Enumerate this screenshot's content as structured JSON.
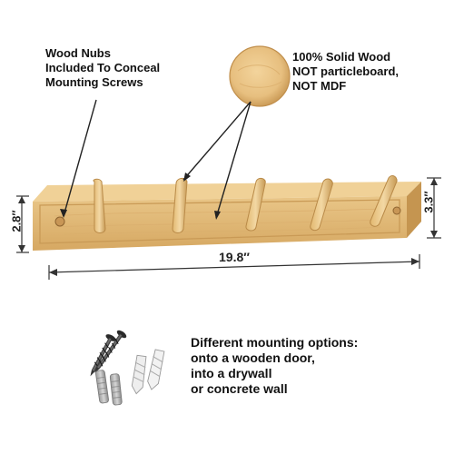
{
  "labels": {
    "wood_nubs": [
      "Wood Nubs",
      "Included To Conceal",
      "Mounting Screws"
    ],
    "solid_wood": [
      "100% Solid Wood",
      "NOT particleboard,",
      "NOT MDF"
    ],
    "mounting_options": [
      "Different mounting options:",
      "onto a wooden door,",
      "into a drywall",
      "or concrete wall"
    ]
  },
  "dimensions": {
    "height_left": "2.8″",
    "height_right": "3.3″",
    "width": "19.8″"
  },
  "colors": {
    "wood_light": "#ecc688",
    "wood_mid": "#d9ab66",
    "wood_dark": "#b98a48",
    "text": "#111111",
    "line": "#333333"
  },
  "icons": {
    "nub": "wood-nub-icon",
    "screws": "screw-icon",
    "anchors": "wall-anchor-icon"
  }
}
